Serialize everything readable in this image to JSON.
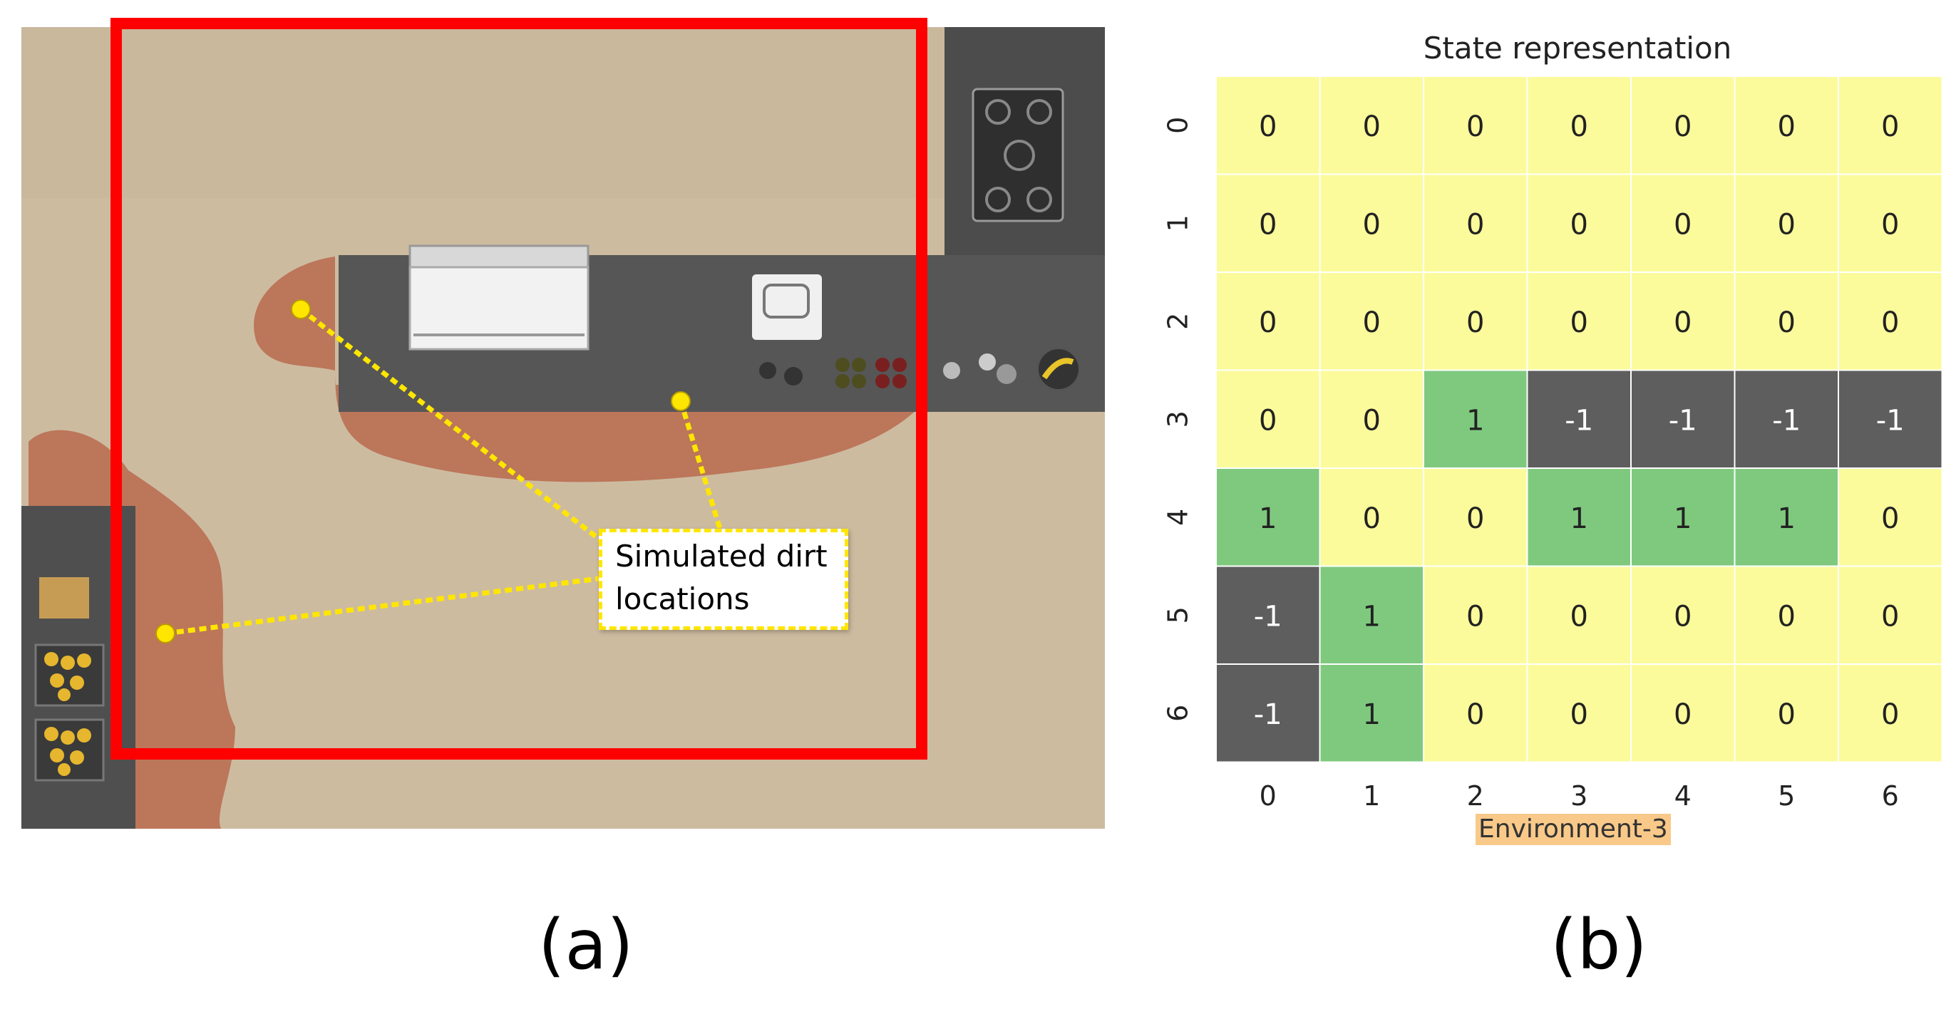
{
  "panel_a": {
    "callout_text": "Simulated dirt\nlocations",
    "caption": "(a)"
  },
  "panel_b": {
    "caption": "(b)"
  },
  "chart_data": {
    "type": "heatmap",
    "title": "State representation",
    "xlabel": "Environment-3",
    "ylabel": "",
    "x_ticks": [
      "0",
      "1",
      "2",
      "3",
      "4",
      "5",
      "6"
    ],
    "y_ticks": [
      "0",
      "1",
      "2",
      "3",
      "4",
      "5",
      "6"
    ],
    "values": [
      [
        0,
        0,
        0,
        0,
        0,
        0,
        0
      ],
      [
        0,
        0,
        0,
        0,
        0,
        0,
        0
      ],
      [
        0,
        0,
        0,
        0,
        0,
        0,
        0
      ],
      [
        0,
        0,
        1,
        -1,
        -1,
        -1,
        -1
      ],
      [
        1,
        0,
        0,
        1,
        1,
        1,
        0
      ],
      [
        -1,
        1,
        0,
        0,
        0,
        0,
        0
      ],
      [
        -1,
        1,
        0,
        0,
        0,
        0,
        0
      ]
    ],
    "colors": {
      "-1": "#5e5e5e",
      "0": "#fbfb9c",
      "1": "#7fc97f"
    },
    "annotations": true,
    "grid": false
  },
  "colors": {
    "selection_box": "#ff0000",
    "dirt_marker": "#ffe600",
    "floor": "#cdbba0",
    "dirt": "#b86a4e",
    "counter": "#505050"
  }
}
